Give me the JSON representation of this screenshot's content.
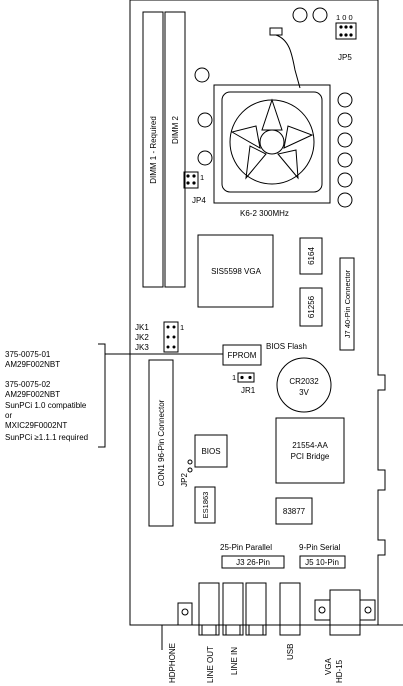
{
  "components": {
    "dimm1": "DIMM 1 - Required",
    "dimm2": "DIMM 2",
    "cpu": "K6-2 300MHz",
    "jp4": "JP4",
    "jp5": "JP5",
    "jp5_pins": "1 0 0",
    "jp4_pin": "1",
    "vga_chip": "SIS5598 VGA",
    "chip_6164": "6164",
    "chip_61256": "61256",
    "j7": "J7 40-Pin Connector",
    "jk1": "JK1",
    "jk2": "JK2",
    "jk3": "JK3",
    "fprom": "FPROM",
    "bios_flash": "BIOS Flash",
    "jr1": "JR1",
    "jr1_pin": "1",
    "battery_line1": "CR2032",
    "battery_line2": "3V",
    "con1": "CON1 96-Pin Connector",
    "bios": "BIOS",
    "jp2": "JP2",
    "es1863": "ES1863",
    "pci_line1": "21554-AA",
    "pci_line2": "PCI Bridge",
    "chip_83877": "83877",
    "parallel_title": "25-Pin Parallel",
    "parallel_conn": "J3 26-Pin",
    "serial_title": "9-Pin Serial",
    "serial_conn": "J5 10-Pin"
  },
  "ports": {
    "hdphone": "HDPHONE",
    "line_out": "LINE OUT",
    "line_in": "LINE IN",
    "usb": "USB",
    "vga_line1": "VGA",
    "vga_line2": "HD-15"
  },
  "notes": {
    "part1_number": "375-0075-01",
    "part1_chip": "AM29F002NBT",
    "part2_number": "375-0075-02",
    "part2_chip": "AM29F002NBT",
    "part2_compat": "SunPCi  1.0  compatible",
    "or": "or",
    "part3_chip": "MXIC29F0002NT",
    "part3_req": "SunPCi  ≥1.1.1  required"
  }
}
